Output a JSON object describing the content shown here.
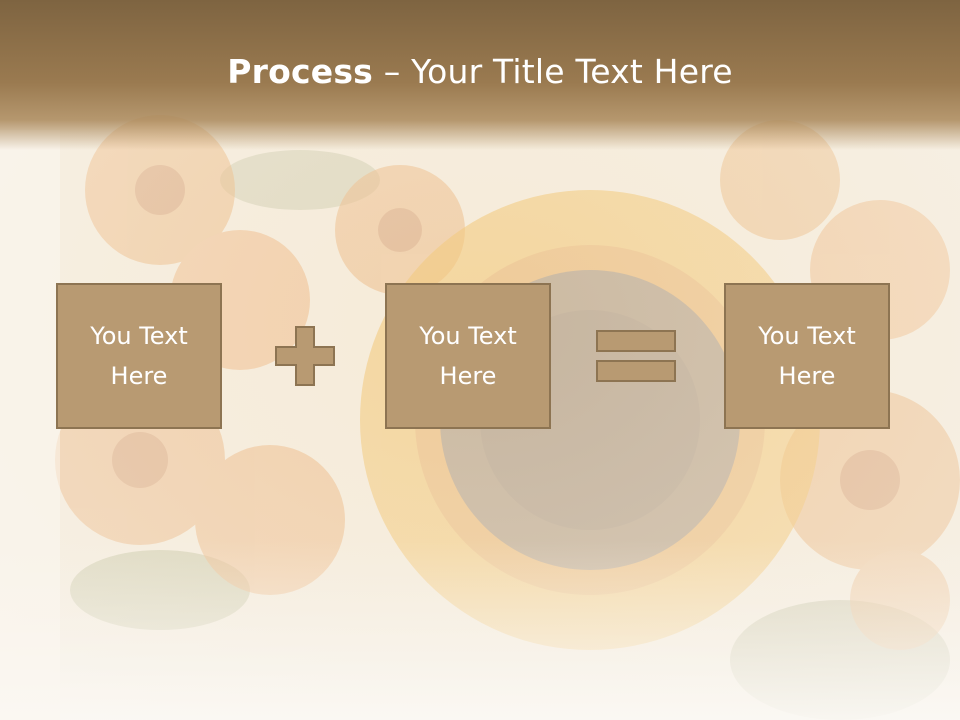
{
  "slide": {
    "title_bold": "Process",
    "title_rest": " – Your Title Text Here",
    "boxes": [
      {
        "text": "You Text Here"
      },
      {
        "text": "You Text Here"
      },
      {
        "text": "You Text Here"
      }
    ],
    "operators": [
      "plus-icon",
      "equals-icon"
    ]
  },
  "colors": {
    "title_bar": "#8b6f48",
    "box_fill": "#b89a72",
    "box_border": "#8d7452",
    "text": "#ffffff"
  }
}
